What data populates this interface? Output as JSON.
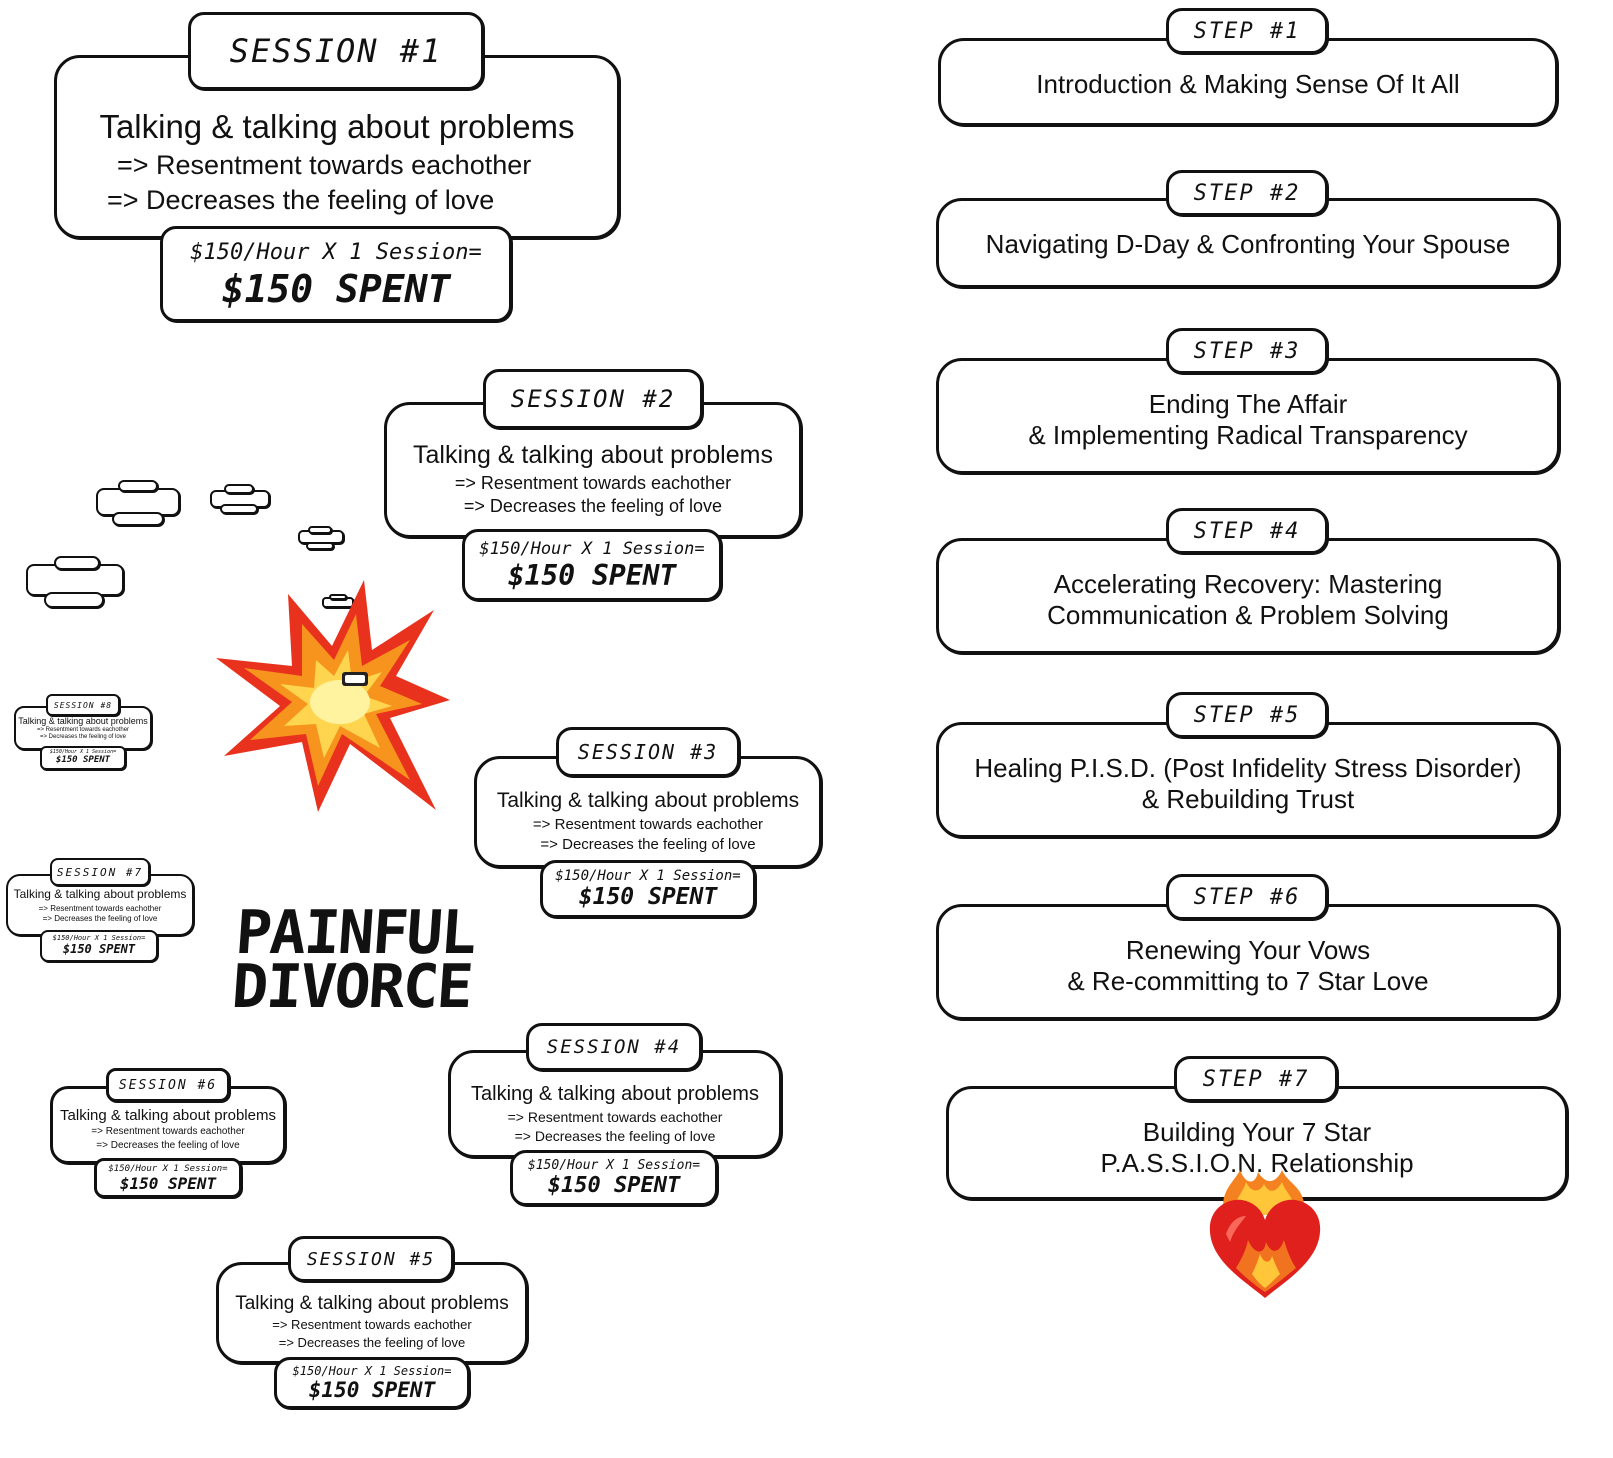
{
  "common": {
    "problem": "Talking & talking about problems",
    "point1": "=> Resentment towards eachother",
    "point2": "=> Decreases the feeling of love",
    "rate": "$150/Hour X 1 Session=",
    "spent": "$150 SPENT"
  },
  "sessions": [
    {
      "label": "SESSION #1"
    },
    {
      "label": "SESSION #2"
    },
    {
      "label": "SESSION #3"
    },
    {
      "label": "SESSION #4"
    },
    {
      "label": "SESSION #5"
    },
    {
      "label": "SESSION #6"
    },
    {
      "label": "SESSION #7"
    },
    {
      "label": "SESSION #8"
    }
  ],
  "outcome": {
    "line1": "PAINFUL",
    "line2": "DIVORCE"
  },
  "steps": [
    {
      "label": "STEP #1",
      "lines": [
        "Introduction & Making Sense Of It All"
      ]
    },
    {
      "label": "STEP #2",
      "lines": [
        "Navigating D-Day & Confronting Your Spouse"
      ]
    },
    {
      "label": "STEP #3",
      "lines": [
        "Ending The Affair",
        "& Implementing Radical Transparency"
      ]
    },
    {
      "label": "STEP #4",
      "lines": [
        "Accelerating Recovery: Mastering",
        "Communication & Problem Solving"
      ]
    },
    {
      "label": "STEP #5",
      "lines": [
        "Healing P.I.S.D. (Post Infidelity Stress Disorder)",
        "& Rebuilding Trust"
      ]
    },
    {
      "label": "STEP #6",
      "lines": [
        "Renewing Your Vows",
        "& Re-committing to 7 Star Love"
      ]
    },
    {
      "label": "STEP #7",
      "lines": [
        "Building Your 7 Star",
        "P.A.S.S.I.O.N. Relationship"
      ]
    }
  ],
  "icons": {
    "explosion": "explosion-icon",
    "heart": "heart-on-fire-icon"
  },
  "colors": {
    "explosion_outer": "#e8321e",
    "explosion_mid": "#f7941d",
    "explosion_core": "#fff3a0",
    "heart_red": "#e0201c",
    "flame_orange": "#f58220"
  }
}
